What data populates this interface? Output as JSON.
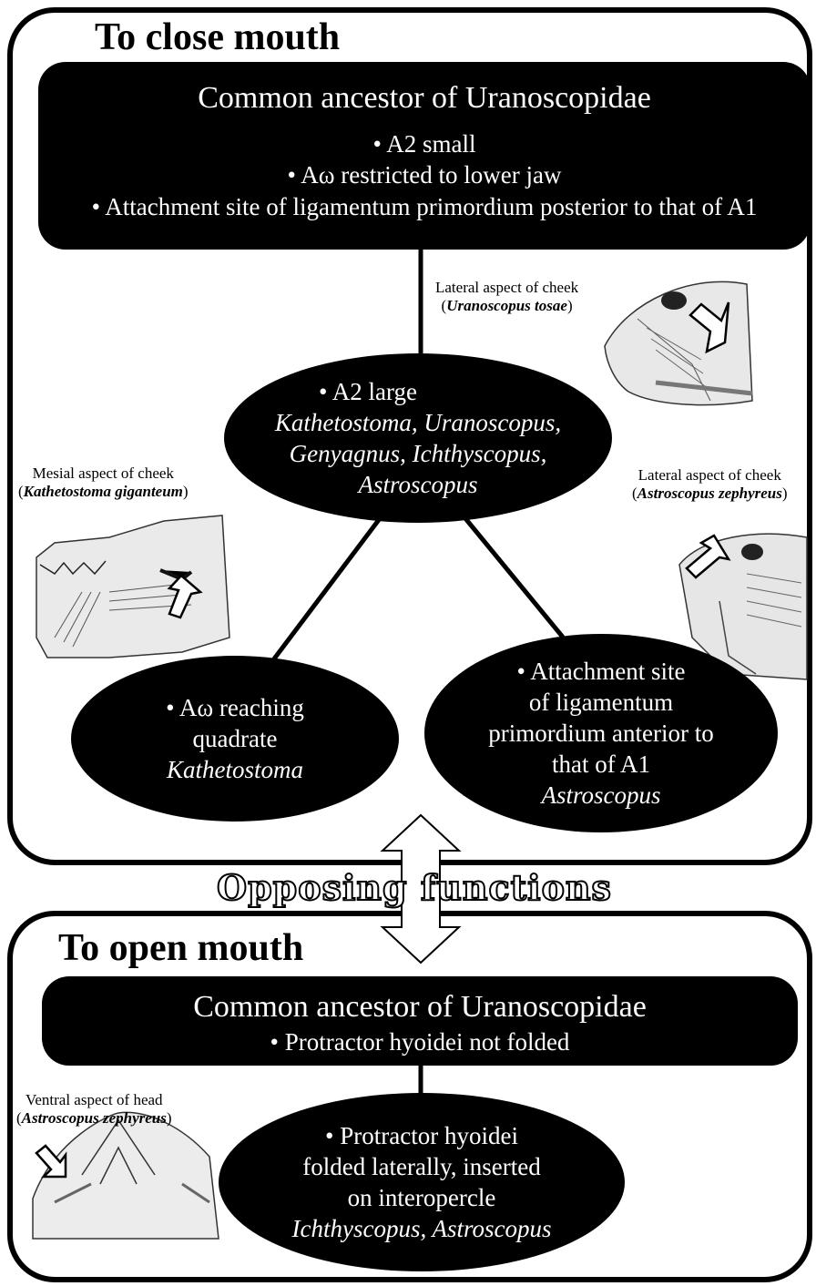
{
  "close_panel": {
    "title": "To close mouth",
    "ancestor_box": {
      "header": "Common ancestor of Uranoscopidae",
      "bullets": [
        "• A2 small",
        "• Aω restricted to lower jaw",
        "• Attachment site of ligamentum primordium posterior to that of A1"
      ]
    },
    "center_ellipse": {
      "bullet": "• A2 large",
      "taxa": [
        "Kathetostoma, Uranoscopus,",
        "Genyagnus, Ichthyscopus,",
        "Astroscopus"
      ]
    },
    "left_ellipse": {
      "lines": [
        "• Aω reaching",
        "quadrate"
      ],
      "taxon": "Kathetostoma"
    },
    "right_ellipse": {
      "lines": [
        "• Attachment site",
        "of  ligamentum",
        "primordium anterior to",
        "that of A1"
      ],
      "taxon": "Astroscopus"
    },
    "captions": {
      "uranoscopus": {
        "label": "Lateral aspect of cheek",
        "species": "Uranoscopus tosae"
      },
      "kathetostoma": {
        "label": "Mesial aspect of cheek",
        "species": "Kathetostoma giganteum"
      },
      "astroscopus": {
        "label": "Lateral aspect of cheek",
        "species": "Astroscopus zephyreus"
      }
    }
  },
  "middle_label": "Opposing functions",
  "open_panel": {
    "title": "To open mouth",
    "ancestor_box": {
      "header": "Common ancestor of Uranoscopidae",
      "bullet": "• Protractor hyoidei not folded"
    },
    "ellipse": {
      "lines": [
        "• Protractor hyoidei",
        "folded laterally, inserted",
        "on interopercle"
      ],
      "taxa": "Ichthyscopus, Astroscopus"
    },
    "caption": {
      "label": "Ventral aspect of head",
      "species": "Astroscopus zephyreus"
    }
  }
}
